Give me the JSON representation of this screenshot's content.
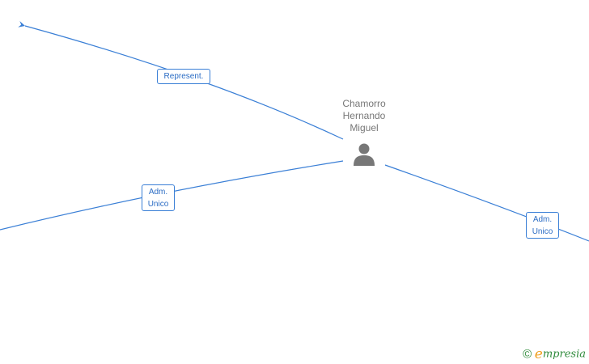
{
  "diagram": {
    "center_person": {
      "name_lines": [
        "Chamorro",
        "Hernando",
        "Miguel"
      ],
      "icon": "person-icon"
    },
    "edges": [
      {
        "id": "represent",
        "label_lines": [
          "Represent."
        ]
      },
      {
        "id": "adm-left",
        "label_lines": [
          "Adm.",
          "Unico"
        ]
      },
      {
        "id": "adm-right",
        "label_lines": [
          "Adm.",
          "Unico"
        ]
      }
    ],
    "colors": {
      "edge": "#3a7fd6",
      "label_text": "#2b6cc4",
      "node_text": "#777777",
      "person_icon": "#777777"
    }
  },
  "footer": {
    "copyright_symbol": "©",
    "brand_initial": "e",
    "brand_rest": "mpresia"
  }
}
